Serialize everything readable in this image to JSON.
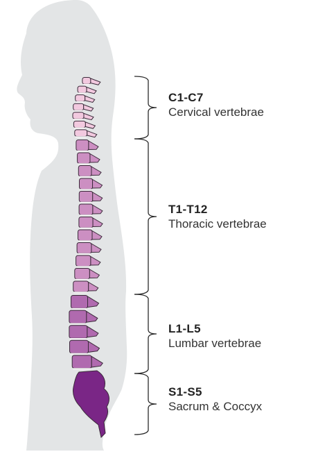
{
  "figure": {
    "colors": {
      "silhouette": "#e3e5e6",
      "cervical": "#f2c9df",
      "thoracic": "#cc8fc2",
      "lumbar": "#b06aaf",
      "sacrum": "#7a2686",
      "vertebra_outline": "#3b2a3a",
      "disc": "#f4f1f3",
      "bracket": "#2a2a2a"
    },
    "segments": [
      {
        "id": "cervical",
        "code": "C1-C7",
        "name": "Cervical vertebrae"
      },
      {
        "id": "thoracic",
        "code": "T1-T12",
        "name": "Thoracic vertebrae"
      },
      {
        "id": "lumbar",
        "code": "L1-L5",
        "name": "Lumbar vertebrae"
      },
      {
        "id": "sacrum",
        "code": "S1-S5",
        "name": "Sacrum & Coccyx"
      }
    ]
  }
}
